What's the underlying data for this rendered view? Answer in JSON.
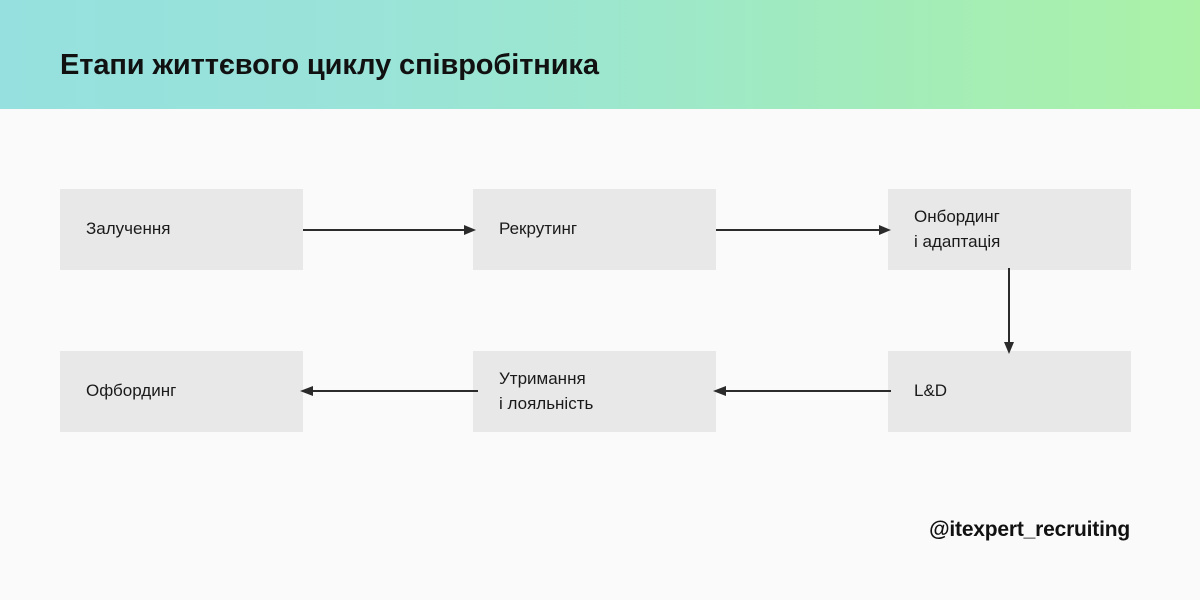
{
  "header": {
    "title": "Етапи життєвого циклу співробітника",
    "gradient_from": "#96E0DF",
    "gradient_mid": "#9CE7CE",
    "gradient_to": "#ABF2A7"
  },
  "page": {
    "background": "#FAFAFA",
    "node_fill": "#E8E8E8",
    "node_text_color": "#1A1A1A",
    "connector_color": "#2B2B2B"
  },
  "diagram": {
    "type": "flow",
    "nodes": [
      {
        "id": "attraction",
        "label": "Залучення",
        "row": 1,
        "column": 1
      },
      {
        "id": "recruiting",
        "label": "Рекрутинг",
        "row": 1,
        "column": 2
      },
      {
        "id": "onboarding",
        "label": "Онбординг\nі адаптація",
        "row": 1,
        "column": 3
      },
      {
        "id": "ld",
        "label": "L&D",
        "row": 2,
        "column": 3
      },
      {
        "id": "retention",
        "label": "Утримання\nі лояльність",
        "row": 2,
        "column": 2
      },
      {
        "id": "offboarding",
        "label": "Офбординг",
        "row": 2,
        "column": 1
      }
    ],
    "edges": [
      {
        "from": "attraction",
        "to": "recruiting",
        "direction": "right"
      },
      {
        "from": "recruiting",
        "to": "onboarding",
        "direction": "right"
      },
      {
        "from": "onboarding",
        "to": "ld",
        "direction": "down"
      },
      {
        "from": "ld",
        "to": "retention",
        "direction": "left"
      },
      {
        "from": "retention",
        "to": "offboarding",
        "direction": "left"
      }
    ]
  },
  "footer": {
    "handle": "@itexpert_recruiting"
  }
}
